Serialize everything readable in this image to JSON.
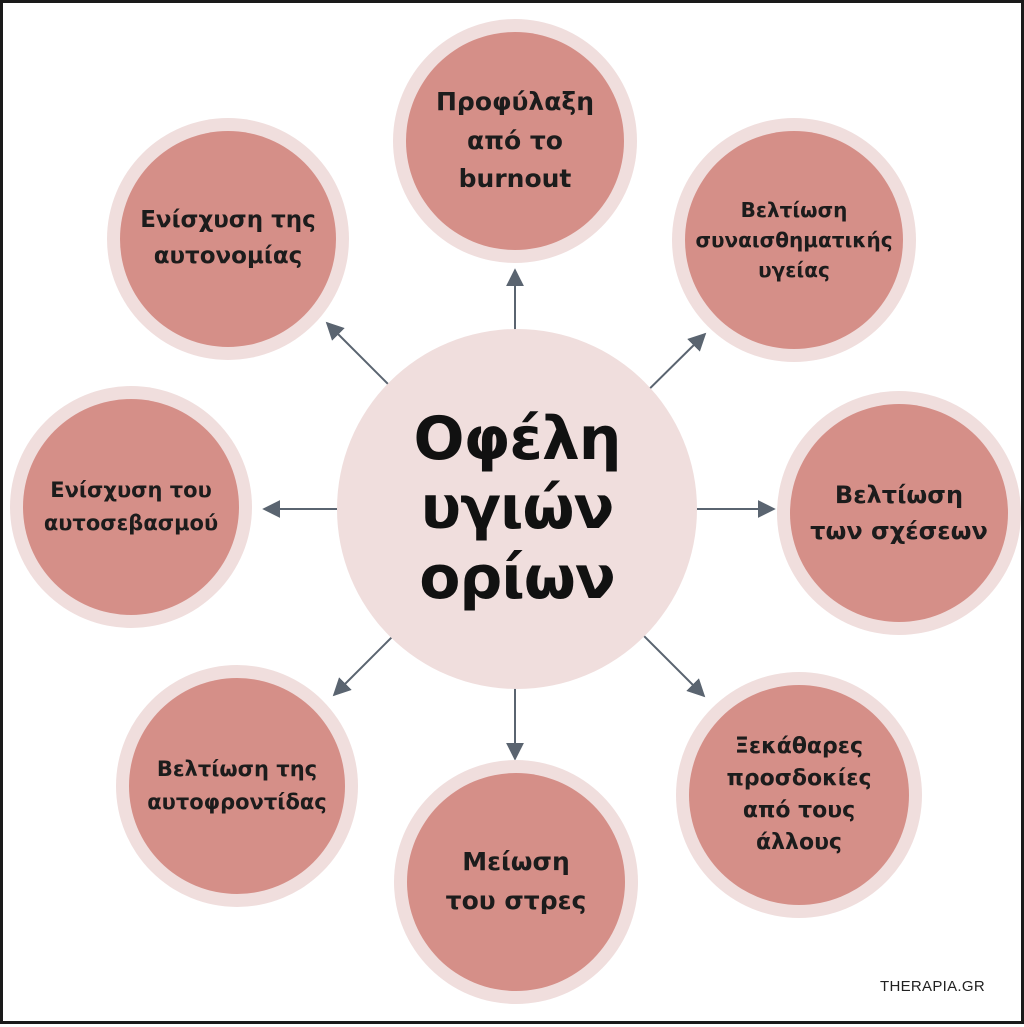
{
  "center": {
    "label": "Οφέλη\nυγιών\nορίων"
  },
  "nodes": [
    {
      "id": "burnout",
      "label": "Προφύλαξη\nαπό το\nburnout"
    },
    {
      "id": "emotional-health",
      "label": "Βελτίωση\nσυναισθηματικής\nυγείας"
    },
    {
      "id": "relationships",
      "label": "Βελτίωση\nτων σχέσεων"
    },
    {
      "id": "clear-expectations",
      "label": "Ξεκάθαρες\nπροσδοκίες\nαπό τους\nάλλους"
    },
    {
      "id": "stress",
      "label": "Μείωση\nτου στρες"
    },
    {
      "id": "self-care",
      "label": "Βελτίωση της\nαυτοφροντίδας"
    },
    {
      "id": "self-respect",
      "label": "Ενίσχυση του\nαυτοσεβασμού"
    },
    {
      "id": "autonomy",
      "label": "Ενίσχυση της\nαυτονομίας"
    }
  ],
  "colors": {
    "node_fill": "#d58f88",
    "node_ring": "#f0dedd",
    "center_fill": "#f0dedd",
    "arrow": "#5a6470"
  },
  "watermark": "THERAPIA.GR"
}
